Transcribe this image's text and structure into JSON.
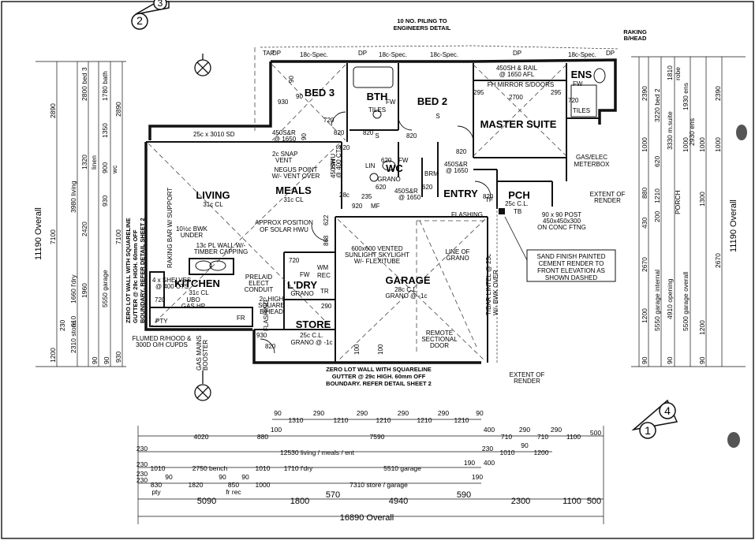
{
  "rooms": {
    "bed3": "BED 3",
    "bth": "BTH",
    "bth_sub": "TILES",
    "bed2": "BED 2",
    "ens": "ENS",
    "master": "MASTER SUITE",
    "tiles_ens": "TILES",
    "living": "LIVING",
    "living_sub": "31c CL",
    "meals": "MEALS",
    "meals_sub": "31c CL",
    "wc": "WC",
    "wc_sub": "GRANO",
    "entry": "ENTRY",
    "pch": "PCH",
    "pch_sub": "25c C.L.",
    "kitchen": "KITCHEN",
    "kitchen_sub": "31c CL",
    "ldry": "L'DRY",
    "ldry_sub": "GRANO",
    "garage": "GARAGE",
    "garage_sub": "28c C.L.",
    "garage_sub2": "GRANO @ -1c",
    "store": "STORE",
    "store_sub": "25c C.L.",
    "store_sub2": "GRANO @ -1c"
  },
  "notes": {
    "piling": "10 NO. PILING TO",
    "piling2": "ENGINEERS DETAIL",
    "raking": "RAKING",
    "raking2": "B/HEAD",
    "tap1": "TAP",
    "dp1": "DP",
    "spec1": "18c-Spec.",
    "dp2": "DP",
    "spec2": "18c-Spec.",
    "spec3": "18c-Spec.",
    "dp3": "DP",
    "spec4": "18c-Spec.",
    "dp4": "DP",
    "sh": "450SH & RAIL",
    "sh2": "@ 1650 AFL",
    "mirror": "FH MIRROR S/DOORS",
    "fw1": "FW",
    "sd": "25c x 3010 SD",
    "snap": "2c SNAP",
    "snap2": "VENT",
    "negus": "NEGUS POINT",
    "negus2": "W/- VENT OVER",
    "gaselec": "GAS/ELEC",
    "gaselec2": "METERBOX",
    "render1": "EXTENT OF",
    "render1b": "RENDER",
    "flashing": "FLASHING",
    "post": "90 x 90 POST",
    "post2": "450x450x300",
    "post3": "ON CONC FTNG",
    "solar": "APPROX POSITION",
    "solar2": "OF SOLAR HWU",
    "bwk": "10½c BWK",
    "bwk2": "UNDER",
    "plwall": "13c PL WALL W/-",
    "plwall2": "TIMBER CAPPING",
    "raking_bar": "RAKING BAR W/ SUPPORT",
    "skylight": "600x600 VENTED",
    "skylight2": "SUNLIGHT SKYLIGHT",
    "skylight3": "W/- FLEXITUBE",
    "lineof": "LINE OF",
    "lineof2": "GRANO",
    "sand": "SAND FINISH PAINTED",
    "sand2": "CEMENT RENDER TO",
    "sand3": "FRONT ELEVATION AS",
    "sand4": "SHOWN DASHED",
    "shelves": "4 x SHELVES",
    "shelves2": "@ 400 CTS",
    "prelaid": "PRELAID",
    "prelaid2": "ELECT",
    "prelaid3": "CONDUIT",
    "sq_high": "2c HIGH",
    "sq_high2": "SQUARE",
    "sq_high3": "B/HEAD",
    "ubo": "UBO",
    "gashp": "GAS HP",
    "fr": "FR",
    "pty": "PTY",
    "wm": "WM",
    "rec": "REC",
    "tr": "TR",
    "remote": "REMOTE",
    "remote2": "SECTIONAL",
    "remote3": "DOOR",
    "tbar": "T/BAR LINTEL @ 25c",
    "tbar2": "W/- BWK OVER",
    "flumed": "FLUMED R/HOOD &",
    "flumed2": "300D O/H CUPDS",
    "gasmains": "GAS MAINS",
    "gasmains2": "BOOSTER",
    "zero_bottom": "ZERO LOT WALL WITH SQUARELINE",
    "zero_bottom2": "GUTTER @ 29c HIGH. 60mm OFF",
    "zero_bottom3": "BOUNDARY. REFER DETAIL SHEET 2",
    "zero_left": "ZERO LOT WALL WITH SQUARELINE",
    "zero_left2": "GUTTER @ 29c HIGH. 60mm OFF",
    "zero_left3": "BOUNDARY. REFER DETAIL SHEET 2",
    "render2": "EXTENT OF",
    "render2b": "RENDER",
    "flashing2": "FLASHING",
    "tb": "TB",
    "tf": "TF",
    "mf": "MF",
    "brm": "BRM",
    "hwu": "HWU",
    "lin": "LIN",
    "fw2": "FW",
    "fw3": "FW",
    "fw4": "FW",
    "s1": "S",
    "s2": "S"
  },
  "inner_dims": {
    "d930a": "930",
    "d90a": "90",
    "d450a": "450S&R",
    "d1650a": "@ 1650",
    "d720a": "720",
    "d820a": "820",
    "d820b": "820",
    "d820c": "820",
    "d295a": "295",
    "d2700": "2700",
    "d295b": "295",
    "d720b": "720",
    "d450b": "450S&R",
    "d1650b": "@ 1650",
    "d620a": "620",
    "d620b": "620",
    "d450c": "450S&R",
    "d1650c": "@ 1650",
    "d620c": "620",
    "d820d": "820",
    "d820e": "820",
    "d28c": "28c",
    "d235": "235",
    "d920": "920",
    "d622": "622",
    "d868": "868",
    "d720c": "720",
    "d720d": "720",
    "d450d": "450SH",
    "d400cts": "@ 400 CTS",
    "d290": "290",
    "d820f": "820",
    "d820g": "820",
    "d100a": "100",
    "d100b": "100",
    "d930b": "930",
    "d90b": "90",
    "d90c": "90"
  },
  "top_left_dims": [
    "2890",
    "2800 bed 3",
    "1780 bath",
    "1350",
    "1320",
    "linen",
    "900",
    "wc",
    "3980 living",
    "2420",
    "930",
    "1960",
    "1660 l'dry",
    "610",
    "230",
    "2310 store",
    "5550 garage",
    "7100",
    "11190 Overall",
    "1200",
    "930",
    "90",
    "90",
    "2890",
    "7100"
  ],
  "top_right_dims": [
    "2390",
    "3220 bed 2",
    "1810",
    "robe",
    "1930 ens",
    "2930 ens",
    "3330 m.suite",
    "2390",
    "1000",
    "1000",
    "1000",
    "620",
    "880",
    "1210",
    "1300",
    "200",
    "PORCH",
    "430",
    "2670",
    "1200",
    "4910 opening",
    "5550 garage internal",
    "5500 garage overall",
    "1200",
    "2670",
    "11190 Overall",
    "90",
    "90",
    "90",
    "1000"
  ],
  "bottom_dims": {
    "row1": [
      "90",
      "1310",
      "290",
      "1210",
      "290",
      "1210",
      "290",
      "1210",
      "290",
      "1210",
      "90"
    ],
    "row2": [
      "4020",
      "880",
      "100",
      "7590",
      "400",
      "710",
      "290",
      "710",
      "290",
      "1100",
      "500"
    ],
    "row3": [
      "230",
      "12530 living / meals / ent",
      "230",
      "1010",
      "90",
      "1200"
    ],
    "row4": [
      "230",
      "1010",
      "2750 bench",
      "1010",
      "1710 l'dry",
      "5510 garage",
      "190",
      "400",
      "230"
    ],
    "row5": [
      "230",
      "830",
      "90",
      "1820",
      "90",
      "850",
      "90",
      "1000",
      "7310 store / garage",
      "190"
    ],
    "row5b": [
      "pty",
      "fr rec"
    ],
    "row6": [
      "5090",
      "1800",
      "570",
      "4940",
      "590",
      "2300",
      "1100",
      "500"
    ],
    "overall": "16890 Overall"
  },
  "markers": {
    "top_left_a": "2",
    "top_left_b": "3",
    "bottom_right_a": "1",
    "bottom_right_b": "4"
  }
}
